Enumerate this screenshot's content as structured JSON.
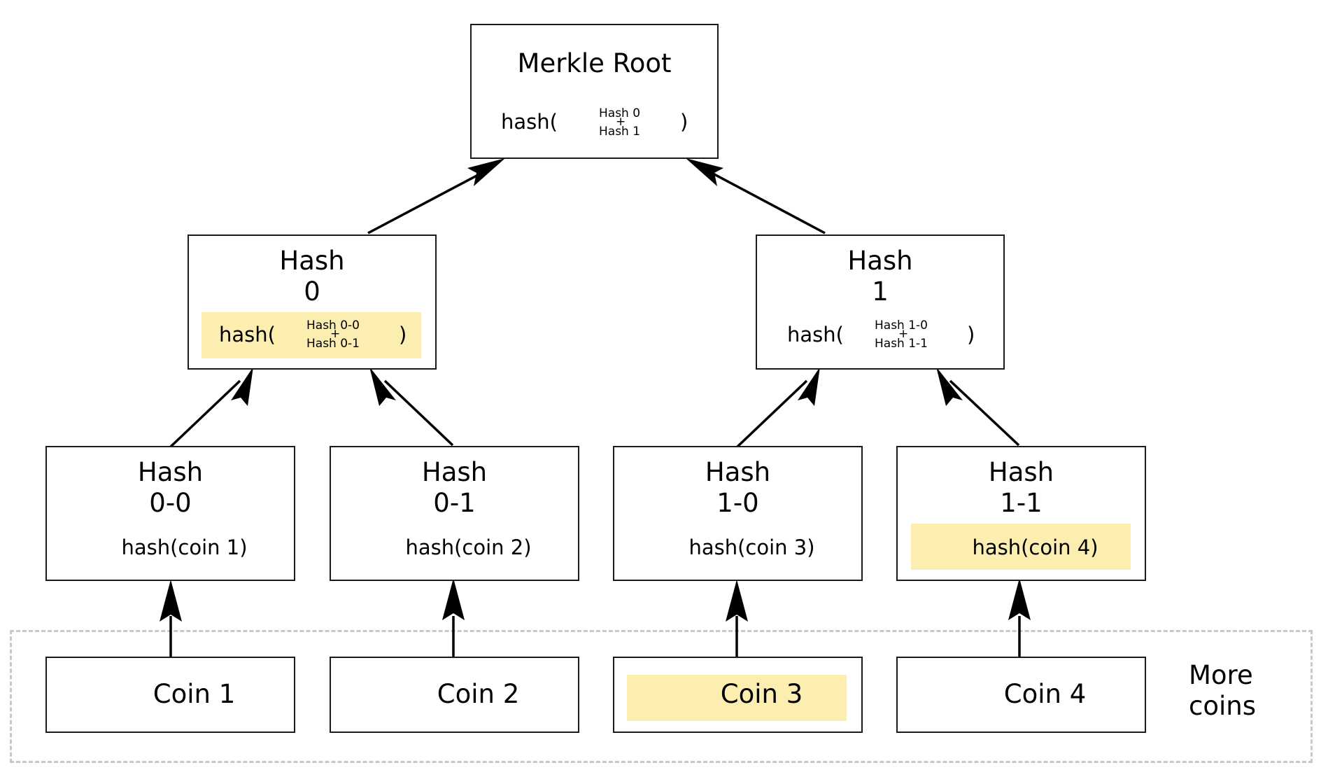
{
  "root": {
    "title": "Merkle Root",
    "hash_prefix": "hash(",
    "operand_top": "Hash 0",
    "plus": "+",
    "operand_bottom": "Hash 1",
    "hash_suffix": ")"
  },
  "hash0": {
    "title_line1": "Hash",
    "title_line2": "0",
    "hash_prefix": "hash(",
    "operand_top": "Hash 0-0",
    "plus": "+",
    "operand_bottom": "Hash 0-1",
    "hash_suffix": ")",
    "highlighted": true
  },
  "hash1": {
    "title_line1": "Hash",
    "title_line2": "1",
    "hash_prefix": "hash(",
    "operand_top": "Hash 1-0",
    "plus": "+",
    "operand_bottom": "Hash 1-1",
    "hash_suffix": ")",
    "highlighted": false
  },
  "leaves": [
    {
      "title_line1": "Hash",
      "title_line2": "0-0",
      "formula": "hash(coin 1)",
      "highlighted": false
    },
    {
      "title_line1": "Hash",
      "title_line2": "0-1",
      "formula": "hash(coin 2)",
      "highlighted": false
    },
    {
      "title_line1": "Hash",
      "title_line2": "1-0",
      "formula": "hash(coin 3)",
      "highlighted": false
    },
    {
      "title_line1": "Hash",
      "title_line2": "1-1",
      "formula": "hash(coin 4)",
      "highlighted": true
    }
  ],
  "coins": [
    {
      "label": "Coin 1",
      "highlighted": false
    },
    {
      "label": "Coin 2",
      "highlighted": false
    },
    {
      "label": "Coin 3",
      "highlighted": true
    },
    {
      "label": "Coin 4",
      "highlighted": false
    }
  ],
  "more_coins": {
    "line1": "More",
    "line2": "coins"
  },
  "colors": {
    "highlight": "#fbeeb0",
    "border": "#1a1a1a",
    "dashed": "#c8c8c8",
    "arrow": "#000000"
  }
}
